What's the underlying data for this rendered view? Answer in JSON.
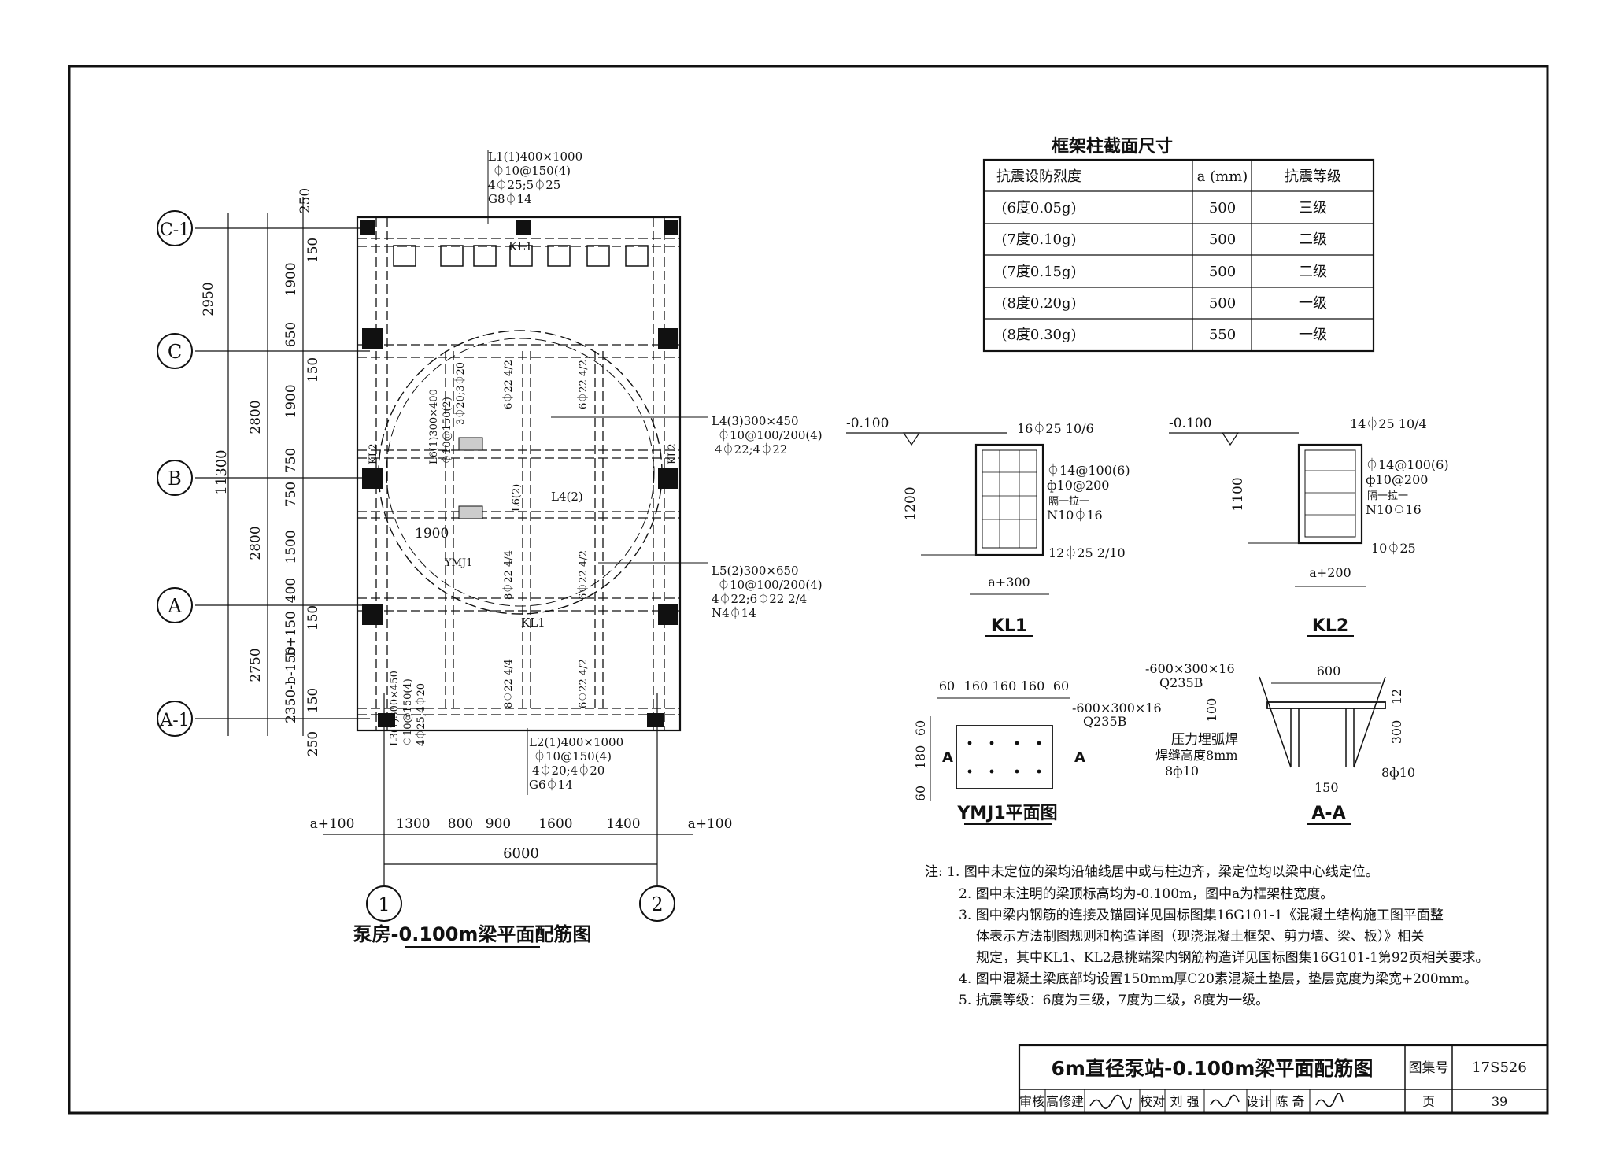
{
  "plan": {
    "title": "泵房-0.100m梁平面配筋图",
    "axes_rows": [
      "C-1",
      "C",
      "B",
      "A",
      "A-1"
    ],
    "axes_cols": [
      "1",
      "2"
    ],
    "left_dims_outer": [
      "2950",
      "11300",
      "2800",
      "2800",
      "2750"
    ],
    "left_dims_inner": [
      "250",
      "150",
      "1900",
      "650",
      "150",
      "1900",
      "750",
      "750",
      "1500",
      "400",
      "b+150",
      "150",
      "2350-b-150",
      "150",
      "250"
    ],
    "bottom_dims": [
      "a+100",
      "1300",
      "800",
      "900",
      "1600",
      "1400",
      "a+100"
    ],
    "bottom_total": "6000",
    "kl1": "KL1",
    "kl2": "KL2",
    "ymj1": "YMJ1",
    "dim_1900": "1900",
    "beam_labels": {
      "L1": [
        "L1(1)400×1000",
        "⏀10@150(4)",
        "4⏀25;5⏀25",
        "G8⏀14"
      ],
      "L2": [
        "L2(1)400×1000",
        "⏀10@150(4)",
        "4⏀20;4⏀20",
        "G6⏀14"
      ],
      "L3": [
        "L3(1)300×450",
        "⏀10@150(4)",
        "4⏀25;4⏀20"
      ],
      "L4": [
        "L4(3)300×450",
        "⏀10@100/200(4)",
        "4⏀22;4⏀22"
      ],
      "L4b": "L4(2)",
      "L5": [
        "L5(2)300×650",
        "⏀10@100/200(4)",
        "4⏀22;6⏀22 2/4",
        "N4⏀14"
      ],
      "L6": [
        "L6(1)300×400",
        "⏀10@150(2)",
        "3⏀20;3⏀20"
      ],
      "L6b": "L6(2)",
      "bar_a": "6⏀22 4/2",
      "bar_b": "8⏀22 4/4",
      "bar_c": "6⏀22 4/2"
    }
  },
  "table": {
    "title": "框架柱截面尺寸",
    "headers": [
      "抗震设防烈度",
      "a (mm)",
      "抗震等级"
    ],
    "rows": [
      [
        "(6度0.05g)",
        "500",
        "三级"
      ],
      [
        "(7度0.10g)",
        "500",
        "二级"
      ],
      [
        "(7度0.15g)",
        "500",
        "二级"
      ],
      [
        "(8度0.20g)",
        "500",
        "一级"
      ],
      [
        "(8度0.30g)",
        "550",
        "一级"
      ]
    ]
  },
  "kl1": {
    "elev": "-0.100",
    "top": "16⏀25 10/6",
    "stirrup1": "⏀14@100(6)",
    "stirrup2": "ф10@200",
    "tie": "隔一拉一",
    "side": "N10⏀16",
    "bottom": "12⏀25 2/10",
    "height": "1200",
    "width": "a+300",
    "label": "KL1"
  },
  "kl2": {
    "elev": "-0.100",
    "top": "14⏀25 10/4",
    "stirrup1": "⏀14@100(6)",
    "stirrup2": "ф10@200",
    "tie": "隔一拉一",
    "side": "N10⏀16",
    "bottom": "10⏀25",
    "height": "1100",
    "width": "a+200",
    "label": "KL2"
  },
  "ymj1": {
    "dims": [
      "60",
      "160",
      "160",
      "160",
      "60"
    ],
    "plate": "-600×300×16",
    "grade": "Q235B",
    "vdims": [
      "60",
      "180",
      "60"
    ],
    "section_mark": "A",
    "label": "YMJ1平面图"
  },
  "aa": {
    "plate": "-600×300×16",
    "grade": "Q235B",
    "w": "600",
    "t": "12",
    "h1": "100",
    "h2": "300",
    "weld": "压力埋弧焊",
    "weld_h": "焊缝高度8mm",
    "bar": "8ф10",
    "gap": "150",
    "bar2": "8ф10",
    "label": "A-A"
  },
  "notes": [
    "注: 1. 图中未定位的梁均沿轴线居中或与柱边齐，梁定位均以梁中心线定位。",
    "2. 图中未注明的梁顶标高均为-0.100m，图中a为框架柱宽度。",
    "3. 图中梁内钢筋的连接及锚固详见国标图集16G101-1《混凝土结构施工图平面整",
    "体表示方法制图规则和构造详图（现浇混凝土框架、剪力墙、梁、板）》相关",
    "规定，其中KL1、KL2悬挑端梁内钢筋构造详见国标图集16G101-1第92页相关要求。",
    "4. 图中混凝土梁底部均设置150mm厚C20素混凝土垫层，垫层宽度为梁宽+200mm。",
    "5. 抗震等级：6度为三级，7度为二级，8度为一级。"
  ],
  "titleblock": {
    "title": "6m直径泵站-0.100m梁平面配筋图",
    "atlas_label": "图集号",
    "atlas_no": "17S526",
    "review": "审核",
    "reviewer": "高修建",
    "check": "校对",
    "checker": "刘 强",
    "design": "设计",
    "designer": "陈 奇",
    "page_label": "页",
    "page_no": "39"
  }
}
